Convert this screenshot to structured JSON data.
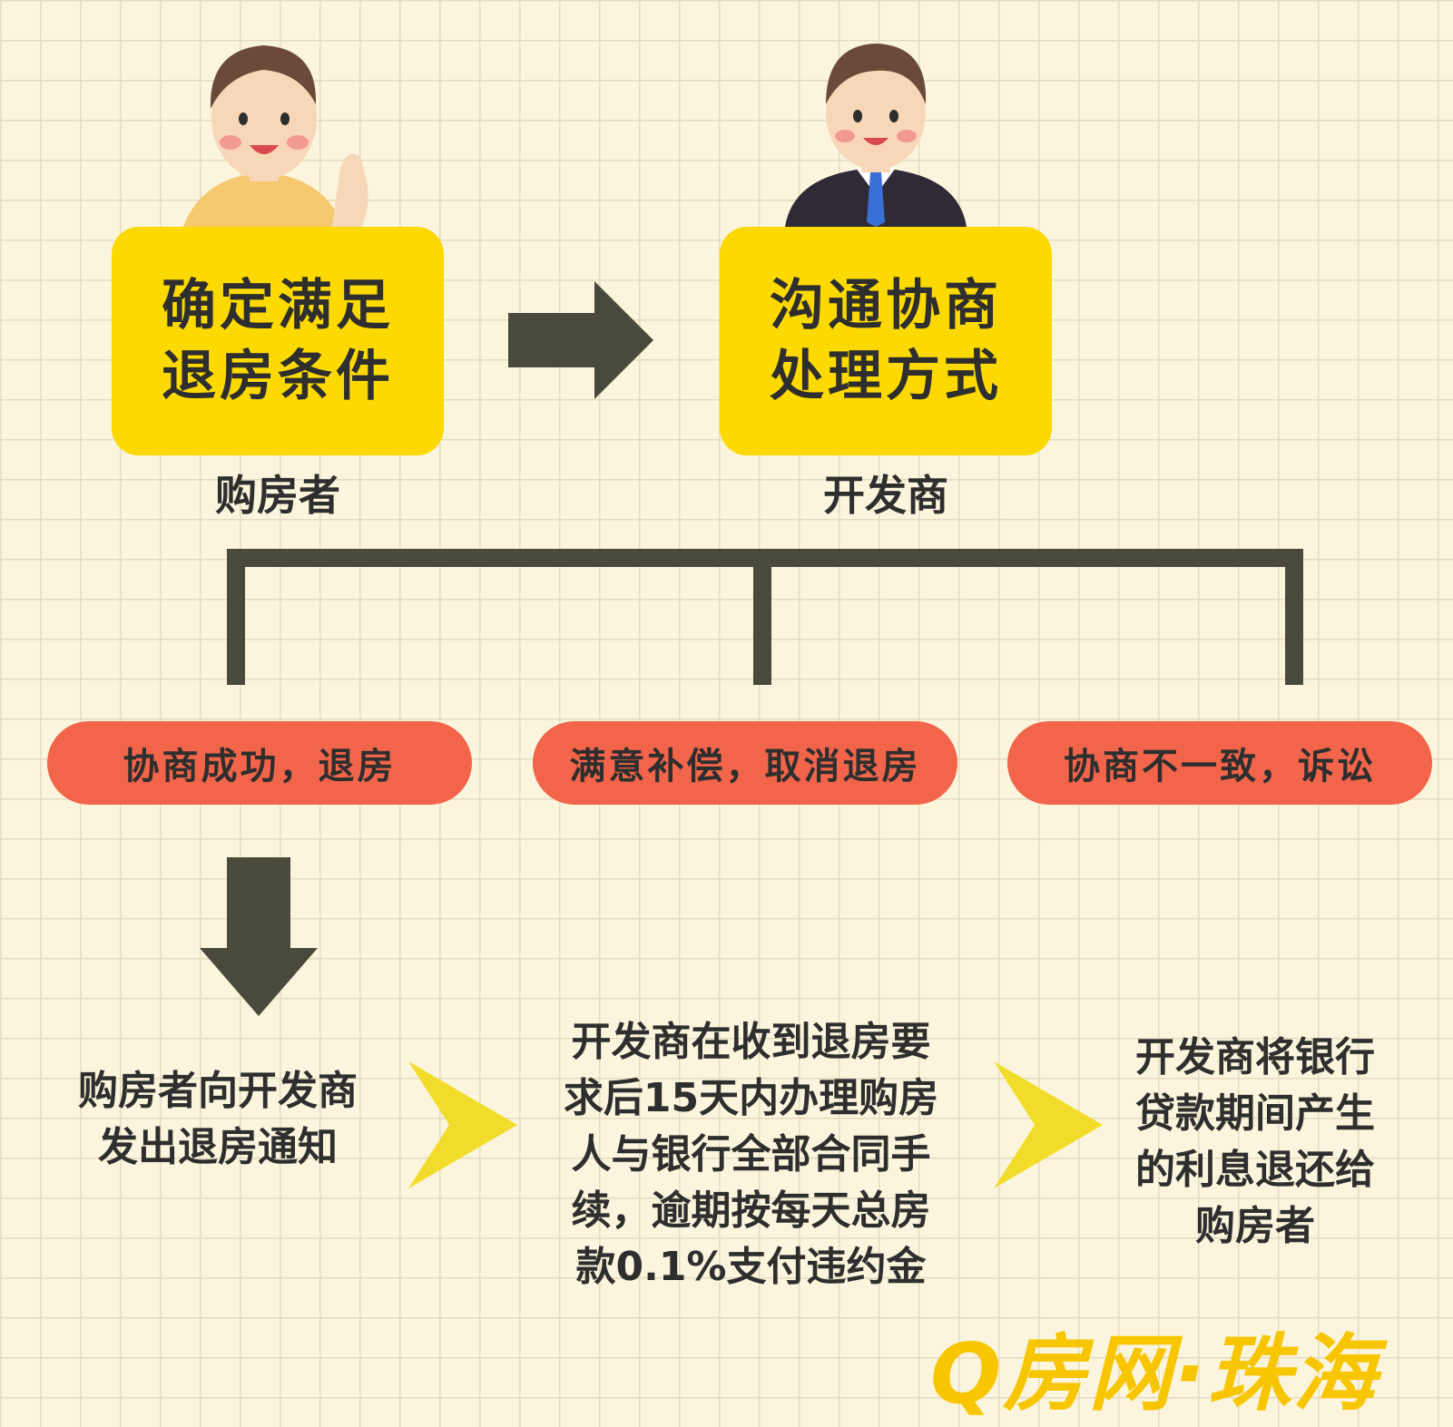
{
  "boxes": {
    "buyer_box": {
      "line1": "确定满足",
      "line2": "退房条件"
    },
    "developer_box": {
      "line1": "沟通协商",
      "line2": "处理方式"
    }
  },
  "roles": {
    "buyer": "购房者",
    "developer": "开发商"
  },
  "outcomes": [
    {
      "label": "协商成功，退房"
    },
    {
      "label": "满意补偿，取消退房"
    },
    {
      "label": "协商不一致，诉讼"
    }
  ],
  "steps": {
    "step1": {
      "lines": [
        "购房者向开发商",
        "发出退房通知"
      ]
    },
    "step2": {
      "lines": [
        "开发商在收到退房要",
        "求后15天内办理购房",
        "人与银行全部合同手",
        "续，逾期按每天总房",
        "款0.1%支付违约金"
      ]
    },
    "step3": {
      "lines": [
        "开发商将银行",
        "贷款期间产生",
        "的利息退还给",
        "购房者"
      ]
    }
  },
  "watermark": "Q房网·珠海",
  "colors": {
    "background": "#fbf5dd",
    "box_yellow": "#fcd900",
    "pill_red": "#f2654a",
    "arrow_dark": "#4a4a3c",
    "chevron_yellow": "#f2dc2a",
    "brand_yellow": "#f7c600"
  }
}
